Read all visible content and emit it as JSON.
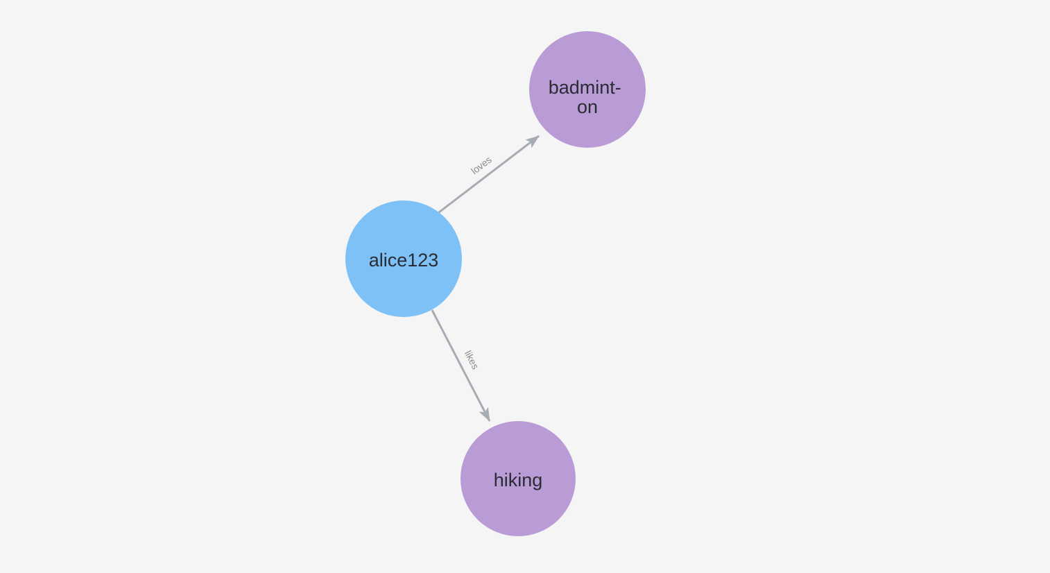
{
  "colors": {
    "background": "#F4F5F4",
    "blue_node_fill": "#7DC1F7",
    "purple_node_fill": "#B99BD5",
    "relationship_stroke": "#A7ABB4",
    "relationship_label_text": "#898C91",
    "node_label_text": "#2A2C33"
  },
  "graph": {
    "nodes": [
      {
        "label": "alice123",
        "display_lines": [
          "alice123"
        ]
      },
      {
        "label": "badminton",
        "display_lines": [
          "badmint-",
          "on"
        ]
      },
      {
        "label": "hiking",
        "display_lines": [
          "hiking"
        ]
      }
    ],
    "edges": [
      {
        "source": "alice123",
        "target": "badminton",
        "label": "loves"
      },
      {
        "source": "alice123",
        "target": "hiking",
        "label": "likes"
      }
    ]
  }
}
